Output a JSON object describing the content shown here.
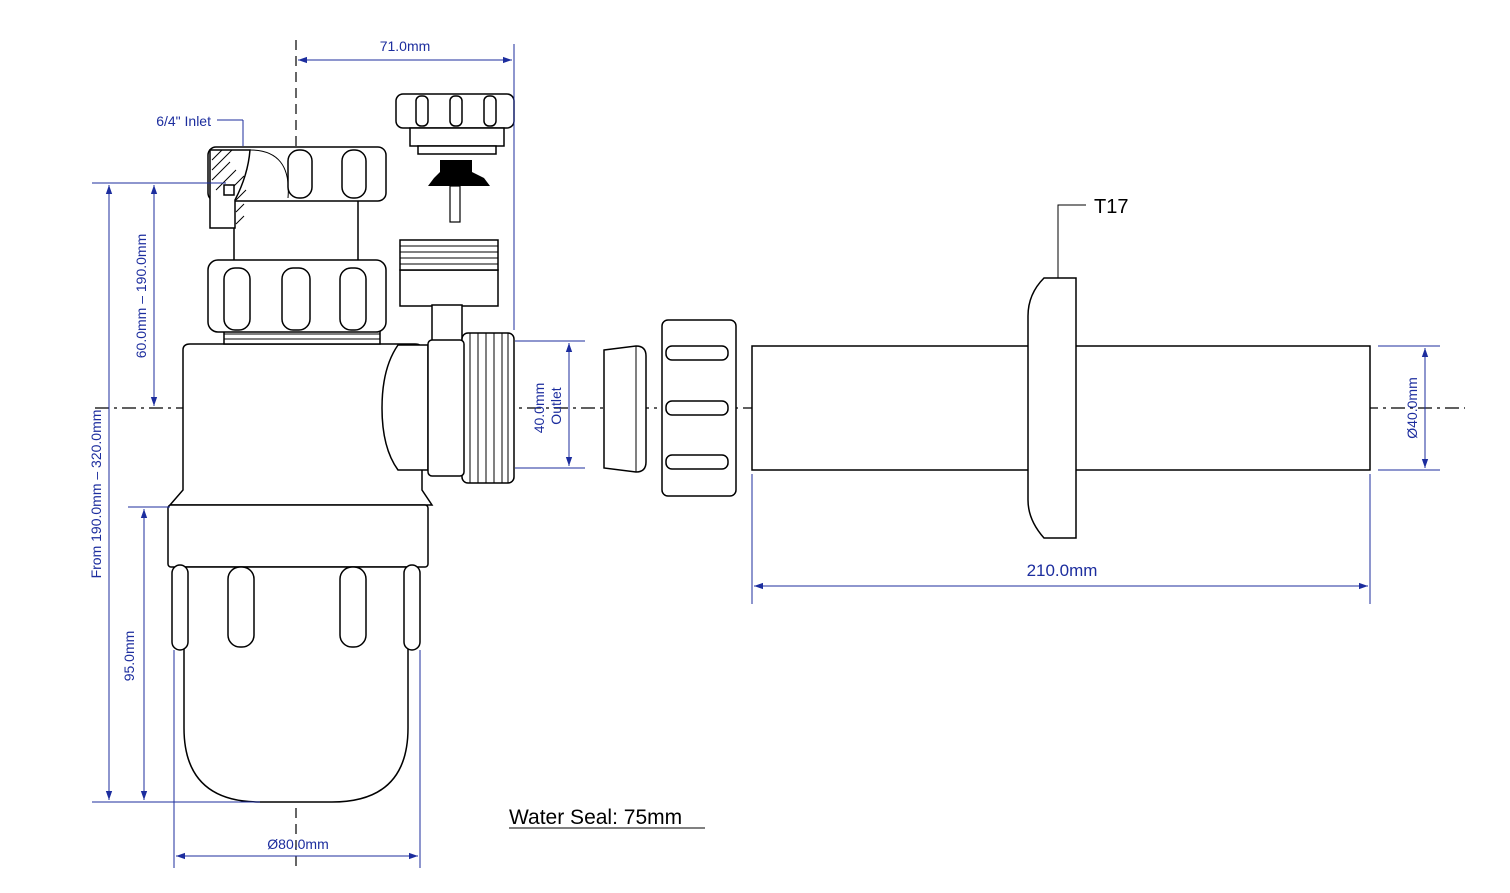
{
  "labels": {
    "inlet": "6/4\" Inlet",
    "part_code": "T17",
    "water_seal": "Water Seal:  75mm",
    "outlet_dim": "40.0mm",
    "outlet_word": "Outlet"
  },
  "dimensions": {
    "top_width": "71.0mm",
    "overall_height": "From 190.0mm – 320.0mm",
    "inlet_height": "60.0mm – 190.0mm",
    "bottle_height": "95.0mm",
    "bottle_diameter": "Ø80.0mm",
    "pipe_length": "210.0mm",
    "pipe_diameter": "Ø40.0mm"
  },
  "colors": {
    "dimension": "#1c2d9e",
    "outline": "#000000",
    "background": "#ffffff"
  }
}
